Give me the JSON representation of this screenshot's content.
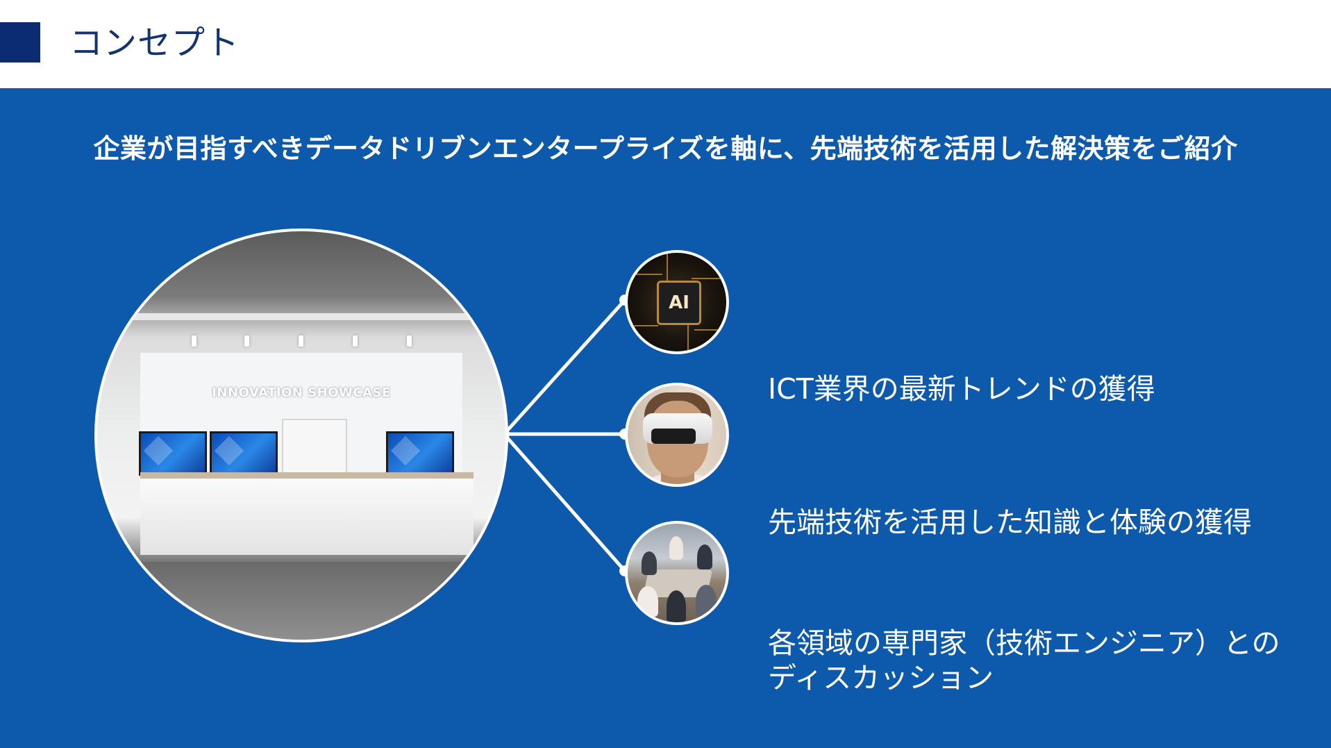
{
  "header": {
    "title": "コンセプト"
  },
  "main": {
    "subtitle": "企業が目指すべきデータドリブンエンタープライズを軸に、先端技術を活用した解決策をご紹介",
    "showroom": {
      "sign_text": "INNOVATION SHOWCASE"
    },
    "features": [
      {
        "label_lines": [
          "ICT業界の最新トレンドの獲得"
        ],
        "icon": "ai-chip-icon",
        "chip_text": "AI"
      },
      {
        "label_lines": [
          "先端技術を活用した知識と体験の獲得"
        ],
        "icon": "vr-headset-icon"
      },
      {
        "label_lines": [
          "各領域の専門家（技術エンジニア）との",
          "ディスカッション"
        ],
        "icon": "meeting-icon"
      }
    ]
  },
  "colors": {
    "header_square": "#0c2c72",
    "title_text": "#14336f",
    "main_background": "#0d5aad",
    "text": "#ffffff",
    "connector": "#ffffff"
  }
}
